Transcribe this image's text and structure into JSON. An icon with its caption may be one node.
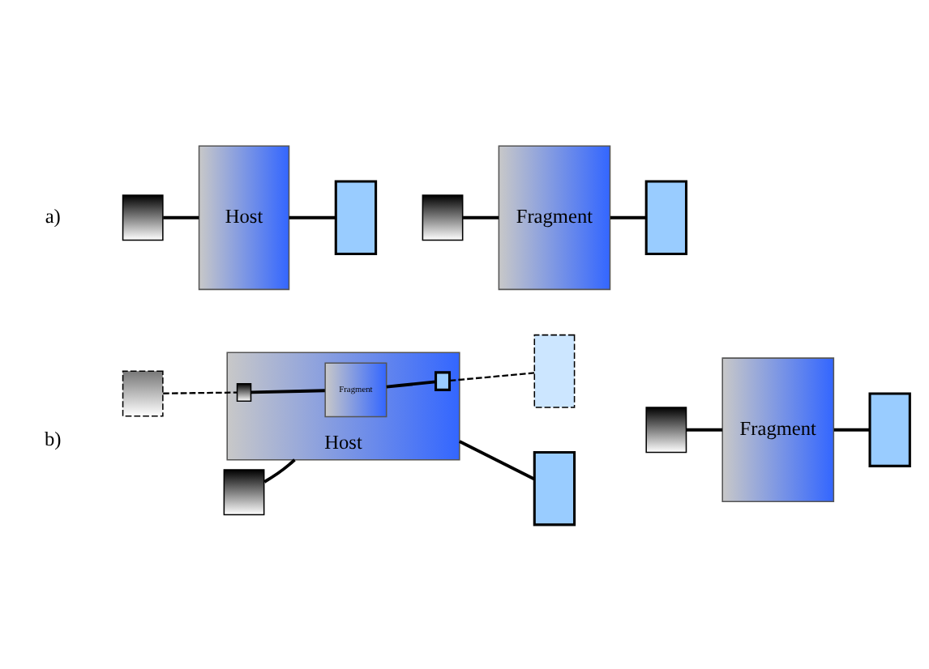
{
  "diagram": {
    "nodes": [
      {
        "text": [
          "Host"
        ]
      },
      {
        "text": [],
        "shape": "box"
      },
      {
        "text": [],
        "shape": "bracket"
      },
      {
        "text": [
          "Fragment"
        ]
      },
      {
        "text": [],
        "shape": "box"
      },
      {
        "text": [],
        "shape": "bracket"
      },
      {
        "text": [
          "Host"
        ]
      },
      {
        "text": [
          "Fragment"
        ],
        "in": 6
      },
      {
        "text": [],
        "shape": "box",
        "in": 6
      },
      {
        "text": [],
        "shape": "bracket",
        "in": 6
      },
      {
        "text": [],
        "shape": "box"
      },
      {
        "text": [],
        "shape": "bracket"
      },
      {
        "text": [],
        "shape": "box"
      },
      {
        "text": [],
        "shape": "bracket"
      },
      {
        "text": [
          "Fragment"
        ]
      },
      {
        "text": [],
        "shape": "box"
      },
      {
        "text": [],
        "shape": "bracket"
      }
    ],
    "edges": [
      {
        "from": 1,
        "to": 0,
        "arrow": "none"
      },
      {
        "from": 0,
        "to": 2,
        "arrow": "none"
      },
      {
        "from": 4,
        "to": 3,
        "arrow": "none"
      },
      {
        "from": 3,
        "to": 5,
        "arrow": "none"
      },
      {
        "from": 8,
        "to": 7,
        "arrow": "none"
      },
      {
        "from": 7,
        "to": 9,
        "arrow": "none"
      },
      {
        "from": 10,
        "to": 8,
        "arrow": "none",
        "style": "dashed"
      },
      {
        "from": 9,
        "to": 11,
        "arrow": "none",
        "style": "dashed"
      },
      {
        "from": 12,
        "to": 6,
        "arrow": "none"
      },
      {
        "from": 6,
        "to": 13,
        "arrow": "none"
      },
      {
        "from": 15,
        "to": 14,
        "arrow": "none"
      },
      {
        "from": 14,
        "to": 16,
        "arrow": "none"
      }
    ],
    "labels": [
      "a)",
      "b)"
    ]
  }
}
